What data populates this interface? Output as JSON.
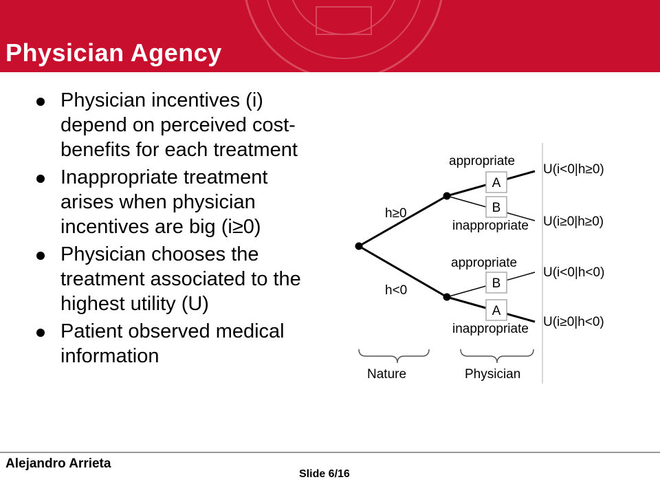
{
  "header": {
    "title": "Physician Agency",
    "accent_color": "#c8102e"
  },
  "bullets": [
    "Physician incentives (i) depend on perceived cost-benefits for each treatment",
    "Inappropriate treatment arises when physician incentives are big (i≥0)",
    "Physician chooses the treatment associated to the highest utility (U)",
    "Patient observed medical information"
  ],
  "diagram": {
    "branches": {
      "upper": "h≥0",
      "lower": "h<0"
    },
    "labels": {
      "appropriate": "appropriate",
      "inappropriate": "inappropriate"
    },
    "boxes": {
      "top1": "A",
      "top2": "B",
      "bottom1": "B",
      "bottom2": "A"
    },
    "utilities": {
      "u1": "U(i<0|h≥0)",
      "u2": "U(i≥0|h≥0)",
      "u3": "U(i<0|h<0)",
      "u4": "U(i≥0|h<0)"
    },
    "braces": {
      "nature": "Nature",
      "physician": "Physician"
    }
  },
  "footer": {
    "author": "Alejandro Arrieta",
    "slide": "Slide 6/16"
  }
}
